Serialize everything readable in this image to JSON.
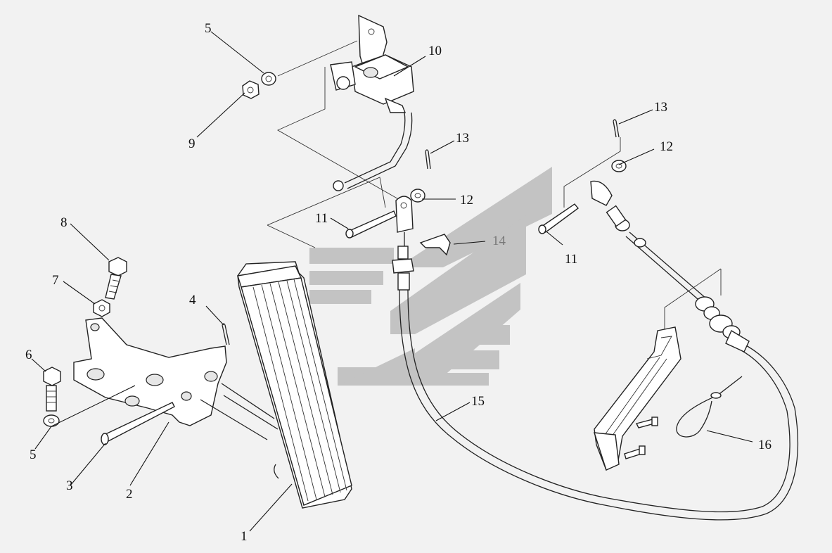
{
  "diagram": {
    "callouts": [
      {
        "id": "c1",
        "label": "1"
      },
      {
        "id": "c2",
        "label": "2"
      },
      {
        "id": "c3",
        "label": "3"
      },
      {
        "id": "c4",
        "label": "4"
      },
      {
        "id": "c5a",
        "label": "5"
      },
      {
        "id": "c5b",
        "label": "5"
      },
      {
        "id": "c6",
        "label": "6"
      },
      {
        "id": "c7",
        "label": "7"
      },
      {
        "id": "c8",
        "label": "8"
      },
      {
        "id": "c9",
        "label": "9"
      },
      {
        "id": "c10",
        "label": "10"
      },
      {
        "id": "c11a",
        "label": "11"
      },
      {
        "id": "c11b",
        "label": "11"
      },
      {
        "id": "c12a",
        "label": "12"
      },
      {
        "id": "c12b",
        "label": "12"
      },
      {
        "id": "c13a",
        "label": "13"
      },
      {
        "id": "c13b",
        "label": "13"
      },
      {
        "id": "c14",
        "label": "14"
      },
      {
        "id": "c15",
        "label": "15"
      },
      {
        "id": "c16",
        "label": "16"
      }
    ],
    "colors": {
      "background": "#f2f2f2",
      "line": "#222222",
      "watermark": "#bcbcbc"
    }
  }
}
